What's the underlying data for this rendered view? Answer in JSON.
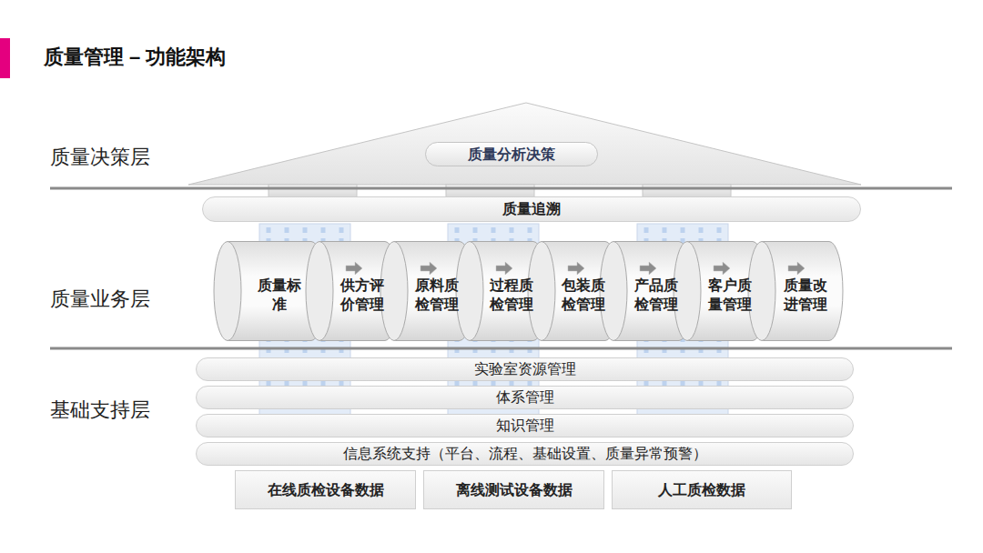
{
  "diagram": {
    "title": "质量管理 – 功能架构",
    "nodes": [
      {
        "text": [
          "质量分析决策"
        ]
      },
      {
        "text": [
          "质量追溯"
        ]
      },
      {
        "text": [
          "质量标准"
        ]
      },
      {
        "text": [
          "供方评价管理"
        ]
      },
      {
        "text": [
          "原料质检管理"
        ]
      },
      {
        "text": [
          "过程质检管理"
        ]
      },
      {
        "text": [
          "包装质检管理"
        ]
      },
      {
        "text": [
          "产品质检管理"
        ]
      },
      {
        "text": [
          "客户质量管理"
        ]
      },
      {
        "text": [
          "质量改进管理"
        ]
      },
      {
        "text": [
          "实验室资源管理"
        ]
      },
      {
        "text": [
          "体系管理"
        ]
      },
      {
        "text": [
          "知识管理"
        ]
      },
      {
        "text": [
          "信息系统支持（平台、流程、基础设置、质量异常预警）"
        ]
      },
      {
        "text": [
          "在线质检设备数据"
        ]
      },
      {
        "text": [
          "离线测试设备数据"
        ]
      },
      {
        "text": [
          "人工质检数据"
        ]
      }
    ],
    "labels": [
      "质量决策层",
      "质量业务层",
      "基础支持层"
    ]
  }
}
